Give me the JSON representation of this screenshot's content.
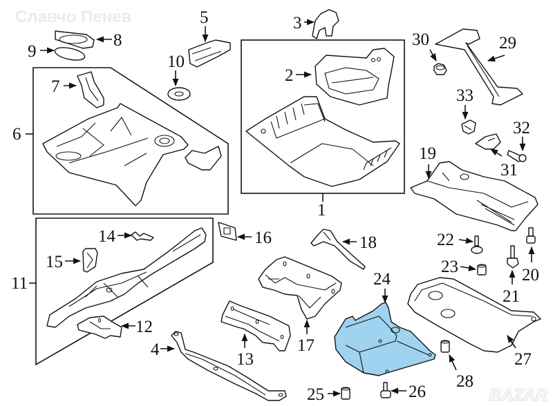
{
  "watermark_top": "Славчо Пенев",
  "watermark_bottom": "BAZAR",
  "highlight_color": "#9fd3f0",
  "callouts": {
    "c1": "1",
    "c2": "2",
    "c3": "3",
    "c4": "4",
    "c5": "5",
    "c6": "6",
    "c7": "7",
    "c8": "8",
    "c9": "9",
    "c10": "10",
    "c11": "11",
    "c12": "12",
    "c13": "13",
    "c14": "14",
    "c15": "15",
    "c16": "16",
    "c17": "17",
    "c18": "18",
    "c19": "19",
    "c20": "20",
    "c21": "21",
    "c22": "22",
    "c23": "23",
    "c24": "24",
    "c25": "25",
    "c26": "26",
    "c27": "27",
    "c28": "28",
    "c29": "29",
    "c30": "30",
    "c31": "31",
    "c32": "32",
    "c33": "33"
  },
  "highlighted_part": "24"
}
